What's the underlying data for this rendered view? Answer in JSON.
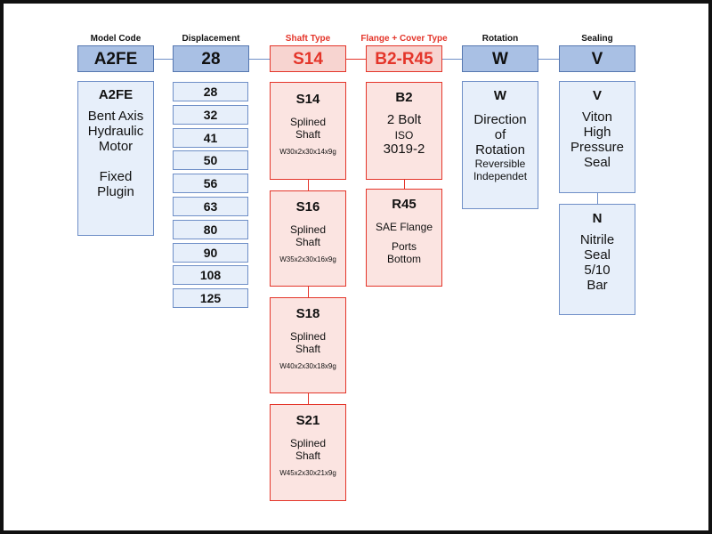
{
  "headers": {
    "model_code": "Model Code",
    "displacement": "Displacement",
    "shaft_type": "Shaft Type",
    "flange_cover": "Flange + Cover Type",
    "rotation": "Rotation",
    "sealing": "Sealing"
  },
  "codes": {
    "model": "A2FE",
    "displacement": "28",
    "shaft": "S14",
    "flange": "B2-R45",
    "rotation": "W",
    "sealing": "V"
  },
  "model_box": {
    "title": "A2FE",
    "line1": "Bent Axis",
    "line2": "Hydraulic",
    "line3": "Motor",
    "line4": "Fixed",
    "line5": "Plugin"
  },
  "displacements": [
    "28",
    "32",
    "41",
    "50",
    "56",
    "63",
    "80",
    "90",
    "108",
    "125"
  ],
  "shafts": [
    {
      "code": "S14",
      "line1": "Splined",
      "line2": "Shaft",
      "spec": "W30x2x30x14x9g"
    },
    {
      "code": "S16",
      "line1": "Splined",
      "line2": "Shaft",
      "spec": "W35x2x30x16x9g"
    },
    {
      "code": "S18",
      "line1": "Splined",
      "line2": "Shaft",
      "spec": "W40x2x30x18x9g"
    },
    {
      "code": "S21",
      "line1": "Splined",
      "line2": "Shaft",
      "spec": "W45x2x30x21x9g"
    }
  ],
  "flanges": [
    {
      "code": "B2",
      "line1": "2 Bolt",
      "line2": "ISO",
      "line3": "3019-2"
    },
    {
      "code": "R45",
      "line1": "SAE Flange",
      "line2": "Ports",
      "line3": "Bottom"
    }
  ],
  "rotation_box": {
    "code": "W",
    "line1": "Direction",
    "line2": "of",
    "line3": "Rotation",
    "line4": "Reversible",
    "line5": "Independet"
  },
  "seals": [
    {
      "code": "V",
      "line1": "Viton",
      "line2": "High",
      "line3": "Pressure",
      "line4": "Seal"
    },
    {
      "code": "N",
      "line1": "Nitrile",
      "line2": "Seal",
      "line3": "5/10",
      "line4": "Bar"
    }
  ],
  "colors": {
    "blue_fill": "#a9c0e4",
    "blue_light": "#e7effa",
    "blue_line": "#6f8fc7",
    "red_accent": "#e4352a",
    "red_fill": "#f7d4d0",
    "red_light": "#fbe4e1"
  }
}
